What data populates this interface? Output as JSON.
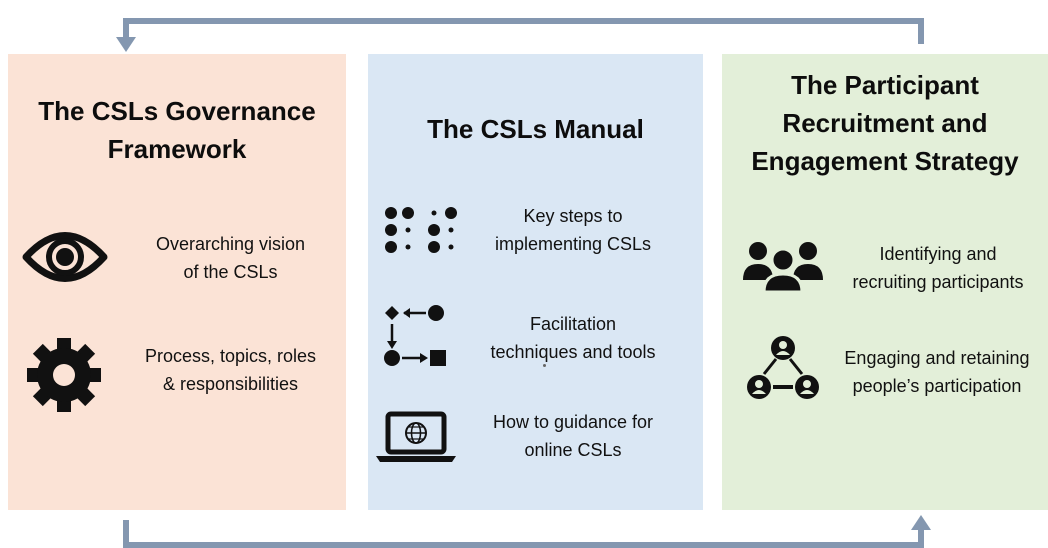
{
  "panels": [
    {
      "title": "The CSLs Governance\nFramework",
      "items": [
        {
          "icon": "eye-icon",
          "text": "Overarching vision\nof the CSLs"
        },
        {
          "icon": "gear-icon",
          "text": "Process, topics, roles\n& responsibilities"
        }
      ]
    },
    {
      "title": "The CSLs Manual",
      "items": [
        {
          "icon": "dot-grid-icon",
          "text": "Key steps to\nimplementing CSLs"
        },
        {
          "icon": "flow-chart-icon",
          "text": "Facilitation\ntechniques and tools"
        },
        {
          "icon": "laptop-globe-icon",
          "text": "How to guidance for\nonline CSLs"
        }
      ]
    },
    {
      "title": "The Participant\nRecruitment and\nEngagement Strategy",
      "items": [
        {
          "icon": "people-group-icon",
          "text": "Identifying and\nrecruiting participants"
        },
        {
          "icon": "network-people-icon",
          "text": "Engaging and retaining\npeople’s participation"
        }
      ]
    }
  ],
  "colors": {
    "governance_bg": "#fbe3d6",
    "manual_bg": "#dae7f4",
    "strategy_bg": "#e3efd9",
    "arrow": "#8497b0"
  }
}
